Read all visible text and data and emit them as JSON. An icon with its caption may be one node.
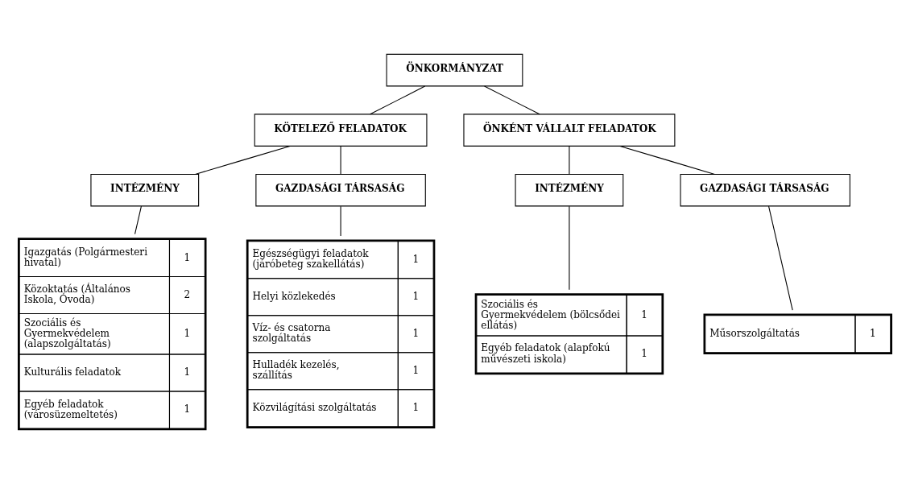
{
  "diagram": {
    "nodes": [
      {
        "text": [
          "ÖNKORMÁNYZAT"
        ]
      },
      {
        "text": [
          "KÖTELEZŐ FELADATOK"
        ]
      },
      {
        "text": [
          "ÖNKÉNT VÁLLALT FELADATOK"
        ]
      },
      {
        "text": [
          "INTÉZMÉNY"
        ]
      },
      {
        "text": [
          "GAZDASÁGI TÁRSASÁG"
        ]
      },
      {
        "text": [
          "INTÉZMÉNY"
        ]
      },
      {
        "text": [
          "GAZDASÁGI TÁRSASÁG"
        ]
      },
      {
        "text": [
          "Igazgatás (Polgármesteri hivatal)",
          "1",
          "Közoktatás (Általános Iskola, Óvoda)",
          "2",
          "Szociális és Gyermekvédelem (alapszolgáltatás)",
          "1",
          "Kulturális feladatok",
          "1",
          "Egyéb feladatok (városüzemeltetés)",
          "1"
        ]
      },
      {
        "text": [
          "Egészségügyi feladatok (járóbeteg szakellátás)",
          "1",
          "Helyi közlekedés",
          "1",
          "Víz- és csatorna szolgáltatás",
          "1",
          "Hulladék kezelés, szállítás",
          "1",
          "Közvilágítási szolgáltatás",
          "1"
        ]
      },
      {
        "text": [
          "Szociális és Gyermekvédelem (bölcsődei ellátás)",
          "1",
          "Egyéb feladatok (alapfokú művészeti iskola)",
          "1"
        ]
      },
      {
        "text": [
          "Műsorszolgáltatás",
          "1"
        ]
      }
    ],
    "edges": [
      {
        "from": 0,
        "to": 1,
        "arrow": "none"
      },
      {
        "from": 0,
        "to": 2,
        "arrow": "none"
      },
      {
        "from": 1,
        "to": 3,
        "arrow": "none"
      },
      {
        "from": 1,
        "to": 4,
        "arrow": "none"
      },
      {
        "from": 2,
        "to": 5,
        "arrow": "none"
      },
      {
        "from": 2,
        "to": 6,
        "arrow": "none"
      },
      {
        "from": 3,
        "to": 7,
        "arrow": "none"
      },
      {
        "from": 4,
        "to": 8,
        "arrow": "none"
      },
      {
        "from": 5,
        "to": 9,
        "arrow": "none"
      },
      {
        "from": 6,
        "to": 10,
        "arrow": "none"
      }
    ]
  }
}
